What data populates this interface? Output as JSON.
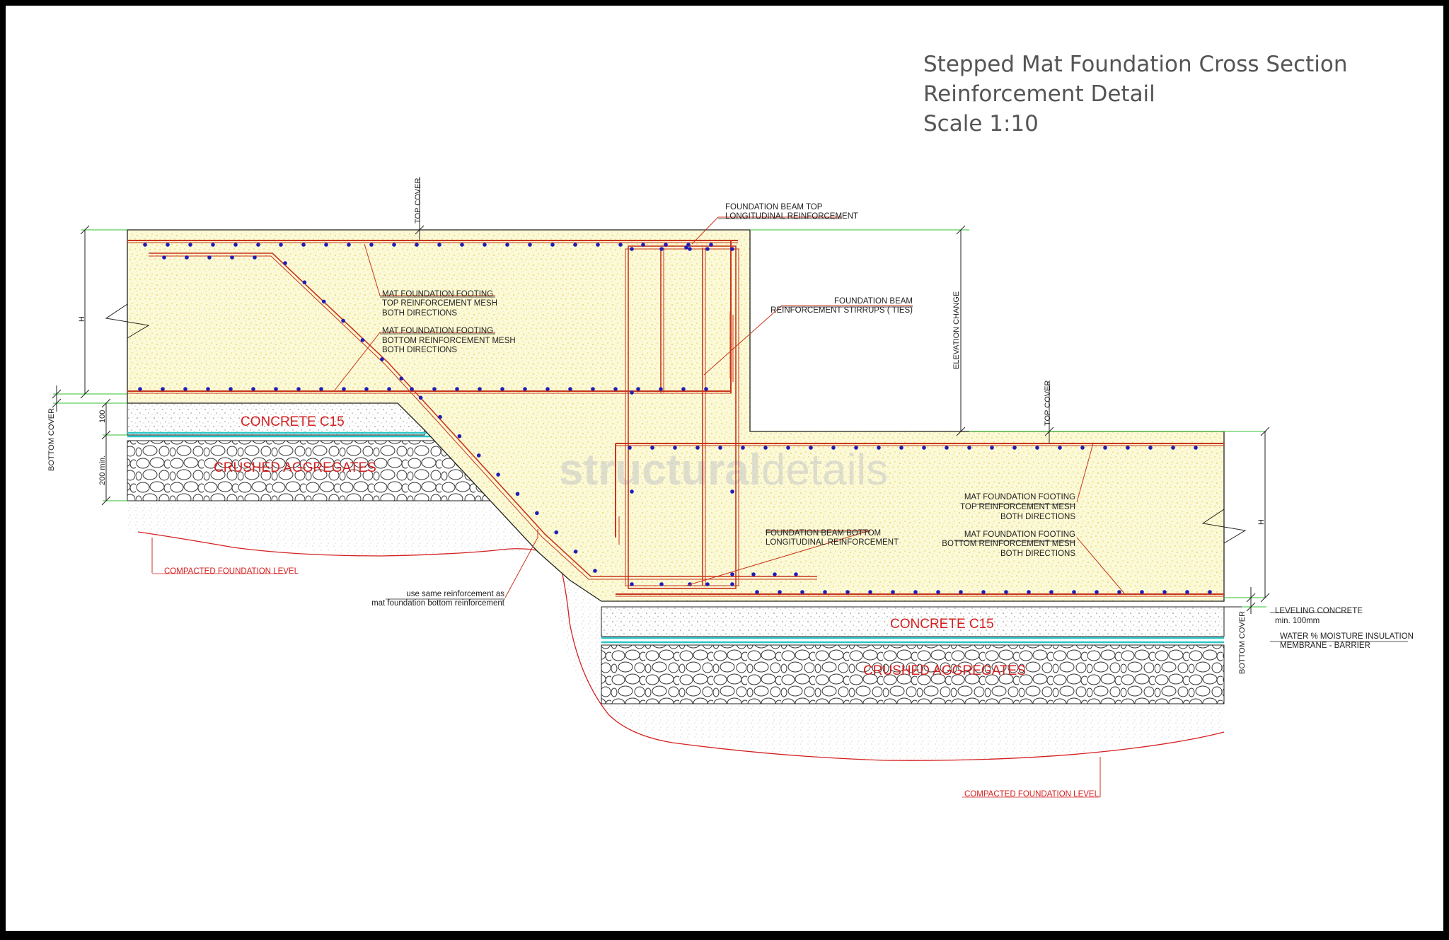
{
  "title": {
    "line1": "Stepped Mat Foundation Cross Section",
    "line2": "Reinforcement Detail",
    "line3": "Scale 1:10"
  },
  "watermark": {
    "part1": "structural",
    "part2": "details"
  },
  "labels": {
    "top_cover": "TOP COVER",
    "bottom_cover": "BOTTOM COVER",
    "h": "H",
    "elevation_change": "ELEVATION CHANGE",
    "dim_100": "100",
    "dim_200": "200 min.",
    "beam_top_1": "FOUNDATION BEAM TOP",
    "beam_top_2": "LONGITUDINAL REINFORCEMENT",
    "mat_top_1": "MAT FOUNDATION FOOTING",
    "mat_top_2": "TOP REINFORCEMENT MESH",
    "mat_top_3": "BOTH DIRECTIONS",
    "mat_bot_1": "MAT FOUNDATION FOOTING",
    "mat_bot_2": "BOTTOM REINFORCEMENT MESH",
    "mat_bot_3": "BOTH DIRECTIONS",
    "stirrups_1": "FOUNDATION BEAM",
    "stirrups_2": "REINFORCEMENT STIRRUPS ( TIES)",
    "beam_bot_1": "FOUNDATION BEAM BOTTOM",
    "beam_bot_2": "LONGITUDINAL REINFORCEMENT",
    "same_1": "use same reinforcement as",
    "same_2": "mat foundation bottom reinforcement",
    "concrete": "CONCRETE C15",
    "aggregates": "CRUSHED AGGREGATES",
    "compacted": "COMPACTED FOUNDATION LEVEL",
    "leveling_1": "LEVELING CONCRETE",
    "leveling_2": "min. 100mm",
    "membrane_1": "WATER % MOISTURE INSULATION",
    "membrane_2": "MEMBRANE - BARRIER"
  },
  "colors": {
    "frame": "#000000",
    "paper": "#ffffff",
    "concrete_fill": "#fbf9d6",
    "concrete_speckle": "#ecd968",
    "rebar": "#c8361d",
    "rebar_dot": "#1e1eb4",
    "dimension": "#30c030",
    "membrane": "#2dc6c6",
    "label_red": "#d42020"
  }
}
